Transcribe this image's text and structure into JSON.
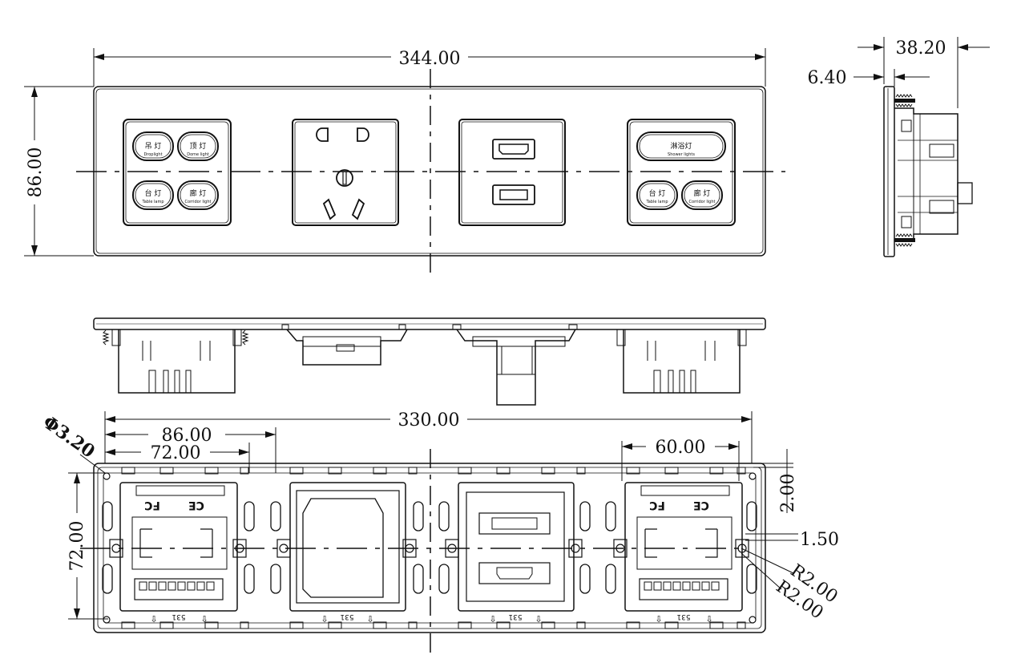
{
  "dimensions": {
    "overall_width": "344.00",
    "height": "86.00",
    "depth": "38.20",
    "plate_thickness": "6.40",
    "frame_width": "330.00",
    "module_pitch": "86.00",
    "module_width": "72.00",
    "module_width_right": "60.00",
    "frame_height": "72.00",
    "hole_diameter": "Φ3.20",
    "edge_offset": "2.00",
    "slot_gap": "1.50",
    "radius_1": "R2.00",
    "radius_2": "R2.00"
  },
  "switch_labels": {
    "droplight_cn": "吊 灯",
    "droplight_en": "Droplight",
    "dome_cn": "顶 灯",
    "dome_en": "Dome light",
    "table_cn": "台 灯",
    "table_en": "Table lamp",
    "corridor_cn": "廊 灯",
    "corridor_en": "Corridor light",
    "shower_cn": "淋浴灯",
    "shower_en": "Shower lights"
  },
  "marks": {
    "fc": "FC",
    "ce": "CE",
    "part_no": "531"
  }
}
